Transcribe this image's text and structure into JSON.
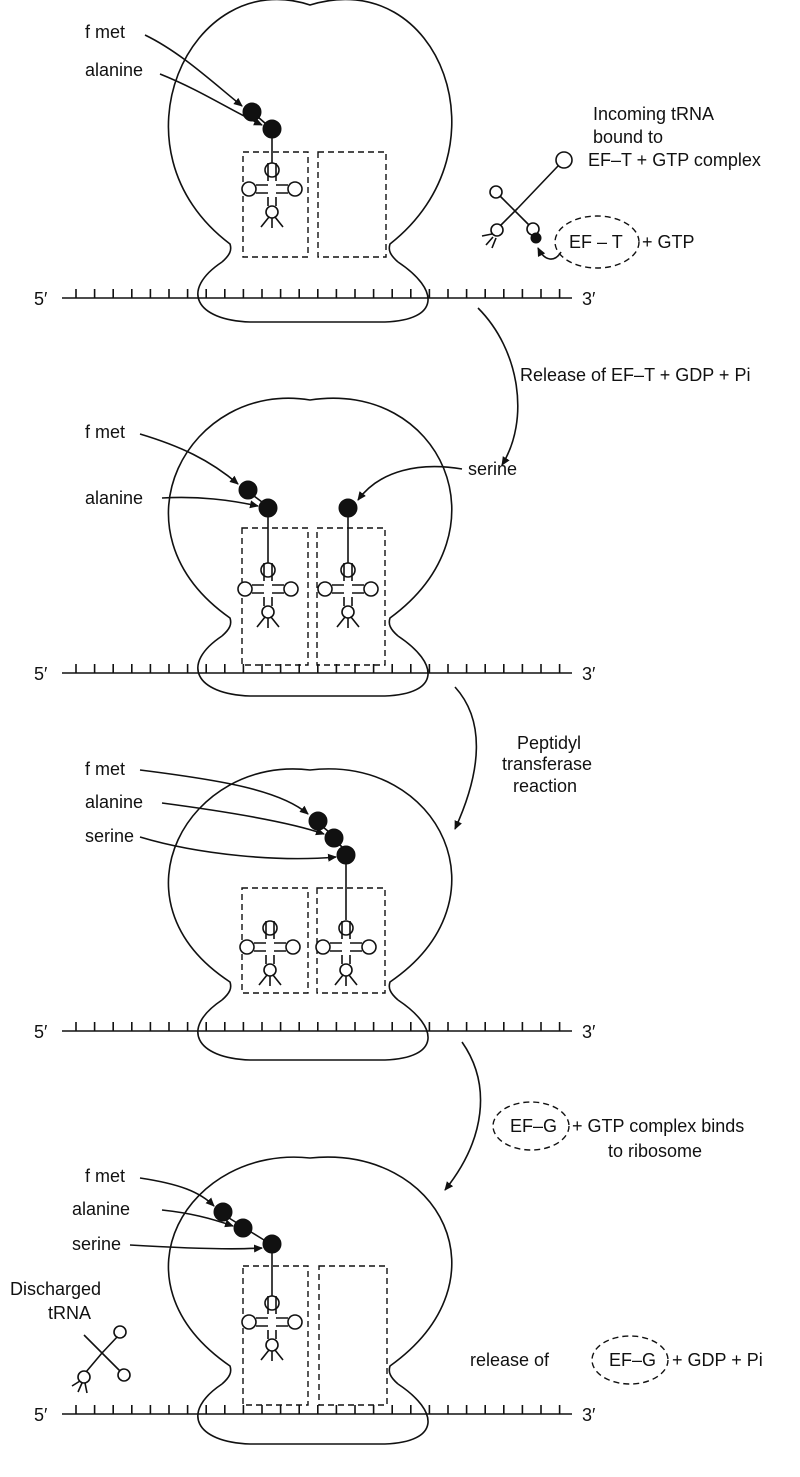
{
  "labels": {
    "f_met": "f met",
    "alanine": "alanine",
    "serine": "serine",
    "five_prime": "5′",
    "three_prime": "3′",
    "incoming_line1": "Incoming tRNA",
    "incoming_line2": "bound to",
    "incoming_line3": "EF–T + GTP complex",
    "ef_t": "EF – T",
    "plus_gtp": "+ GTP",
    "release_eft": "Release of EF–T + GDP + Pi",
    "peptidyl_line1": "Peptidyl",
    "peptidyl_line2": "transferase",
    "peptidyl_line3": "reaction",
    "ef_g": "EF–G",
    "efg_binds_line1": "+ GTP complex binds",
    "efg_binds_line2": "to ribosome",
    "discharged_line1": "Discharged",
    "discharged_line2": "tRNA",
    "release_of": "release of",
    "plus_gdp_pi": "+ GDP + Pi"
  }
}
